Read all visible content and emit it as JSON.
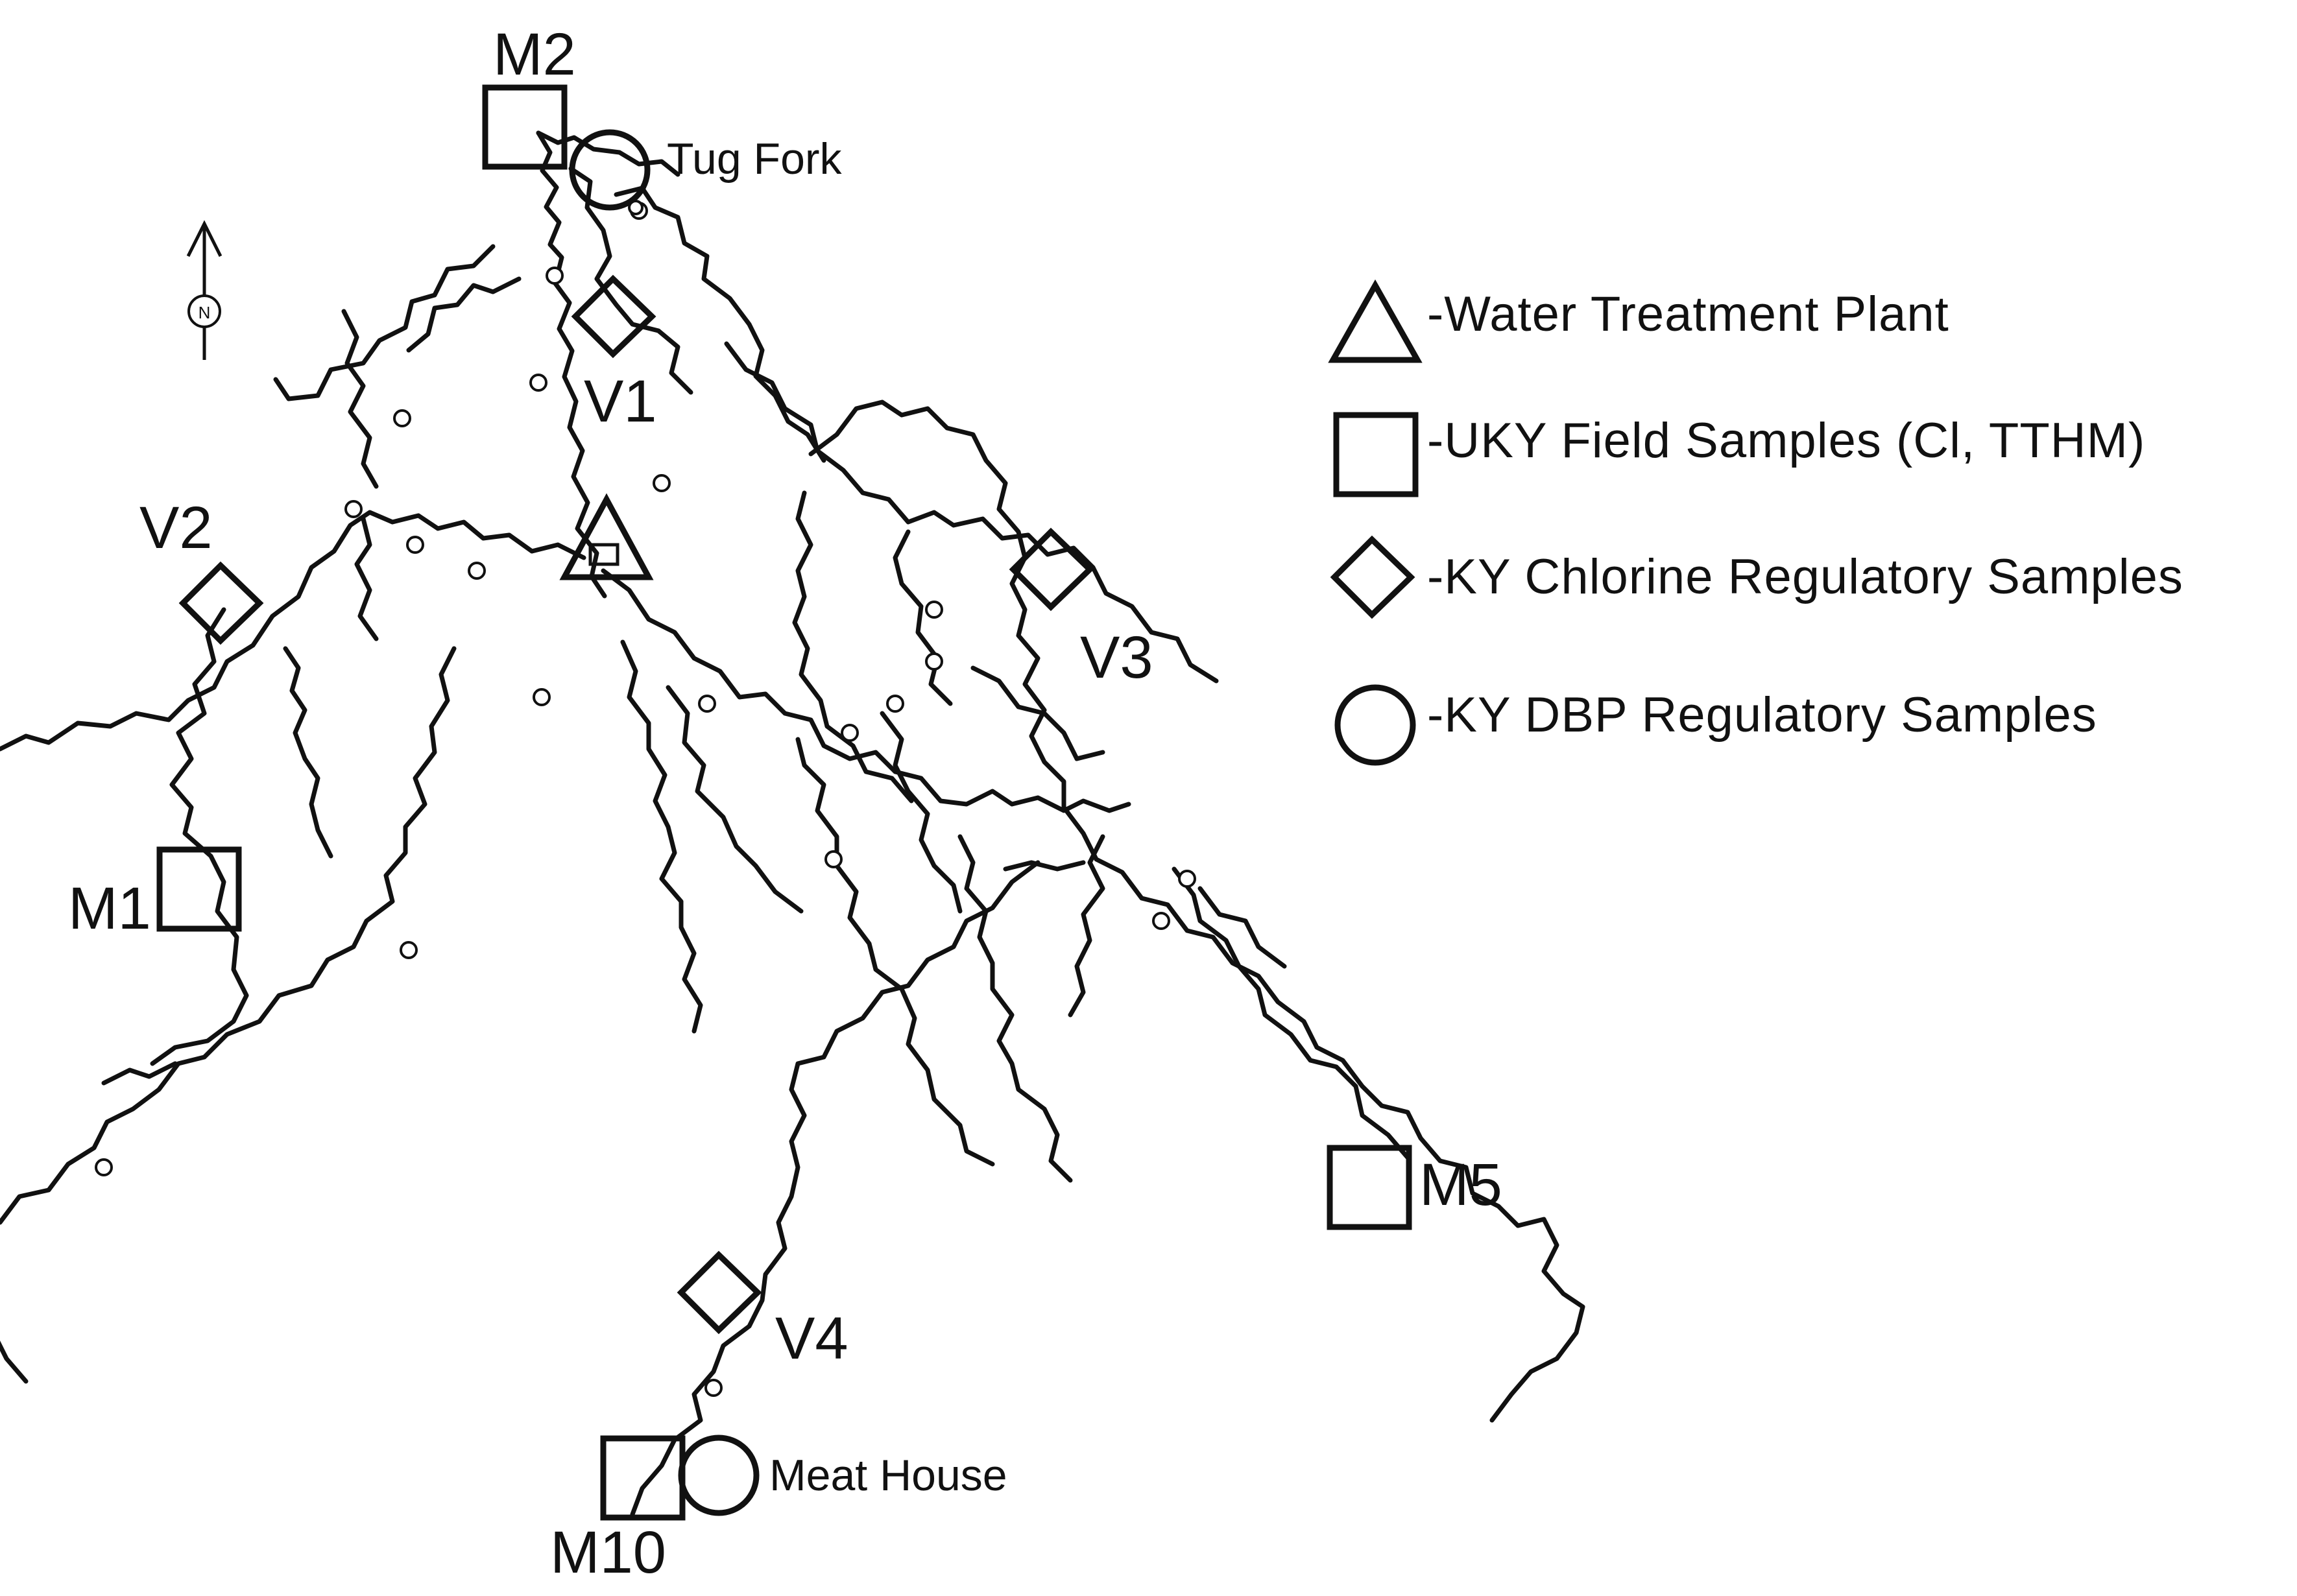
{
  "markers": {
    "m2": "M2",
    "m1": "M1",
    "m5": "M5",
    "m10": "M10",
    "v1": "V1",
    "v2": "V2",
    "v3": "V3",
    "v4": "V4",
    "tug_fork": "Tug Fork",
    "meat_house": "Meat House"
  },
  "compass": {
    "letter": "N"
  },
  "legend": {
    "wtp": "-Water Treatment Plant",
    "uky": "-UKY Field Samples (Cl, TTHM)",
    "ky_chlorine": "-KY Chlorine Regulatory Samples",
    "ky_dbp": "-KY DBP Regulatory Samples"
  },
  "colors": {
    "ink": "#111111",
    "background": "#ffffff"
  }
}
